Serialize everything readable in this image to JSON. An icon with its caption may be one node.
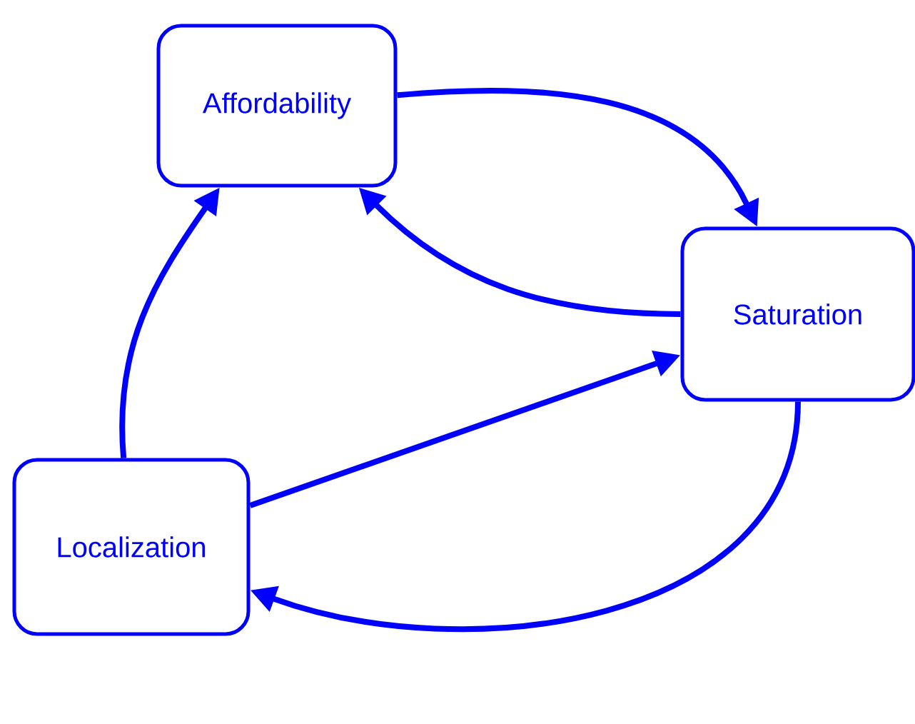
{
  "diagram": {
    "nodes": [
      {
        "text": [
          "Affordability"
        ]
      },
      {
        "text": [
          "Saturation"
        ]
      },
      {
        "text": [
          "Localization"
        ]
      }
    ],
    "edges": [
      {
        "from": 0,
        "to": 1,
        "arrow": "to"
      },
      {
        "from": 1,
        "to": 0,
        "arrow": "to"
      },
      {
        "from": 2,
        "to": 0,
        "arrow": "to"
      },
      {
        "from": 2,
        "to": 1,
        "arrow": "to"
      },
      {
        "from": 1,
        "to": 2,
        "arrow": "to"
      }
    ]
  }
}
